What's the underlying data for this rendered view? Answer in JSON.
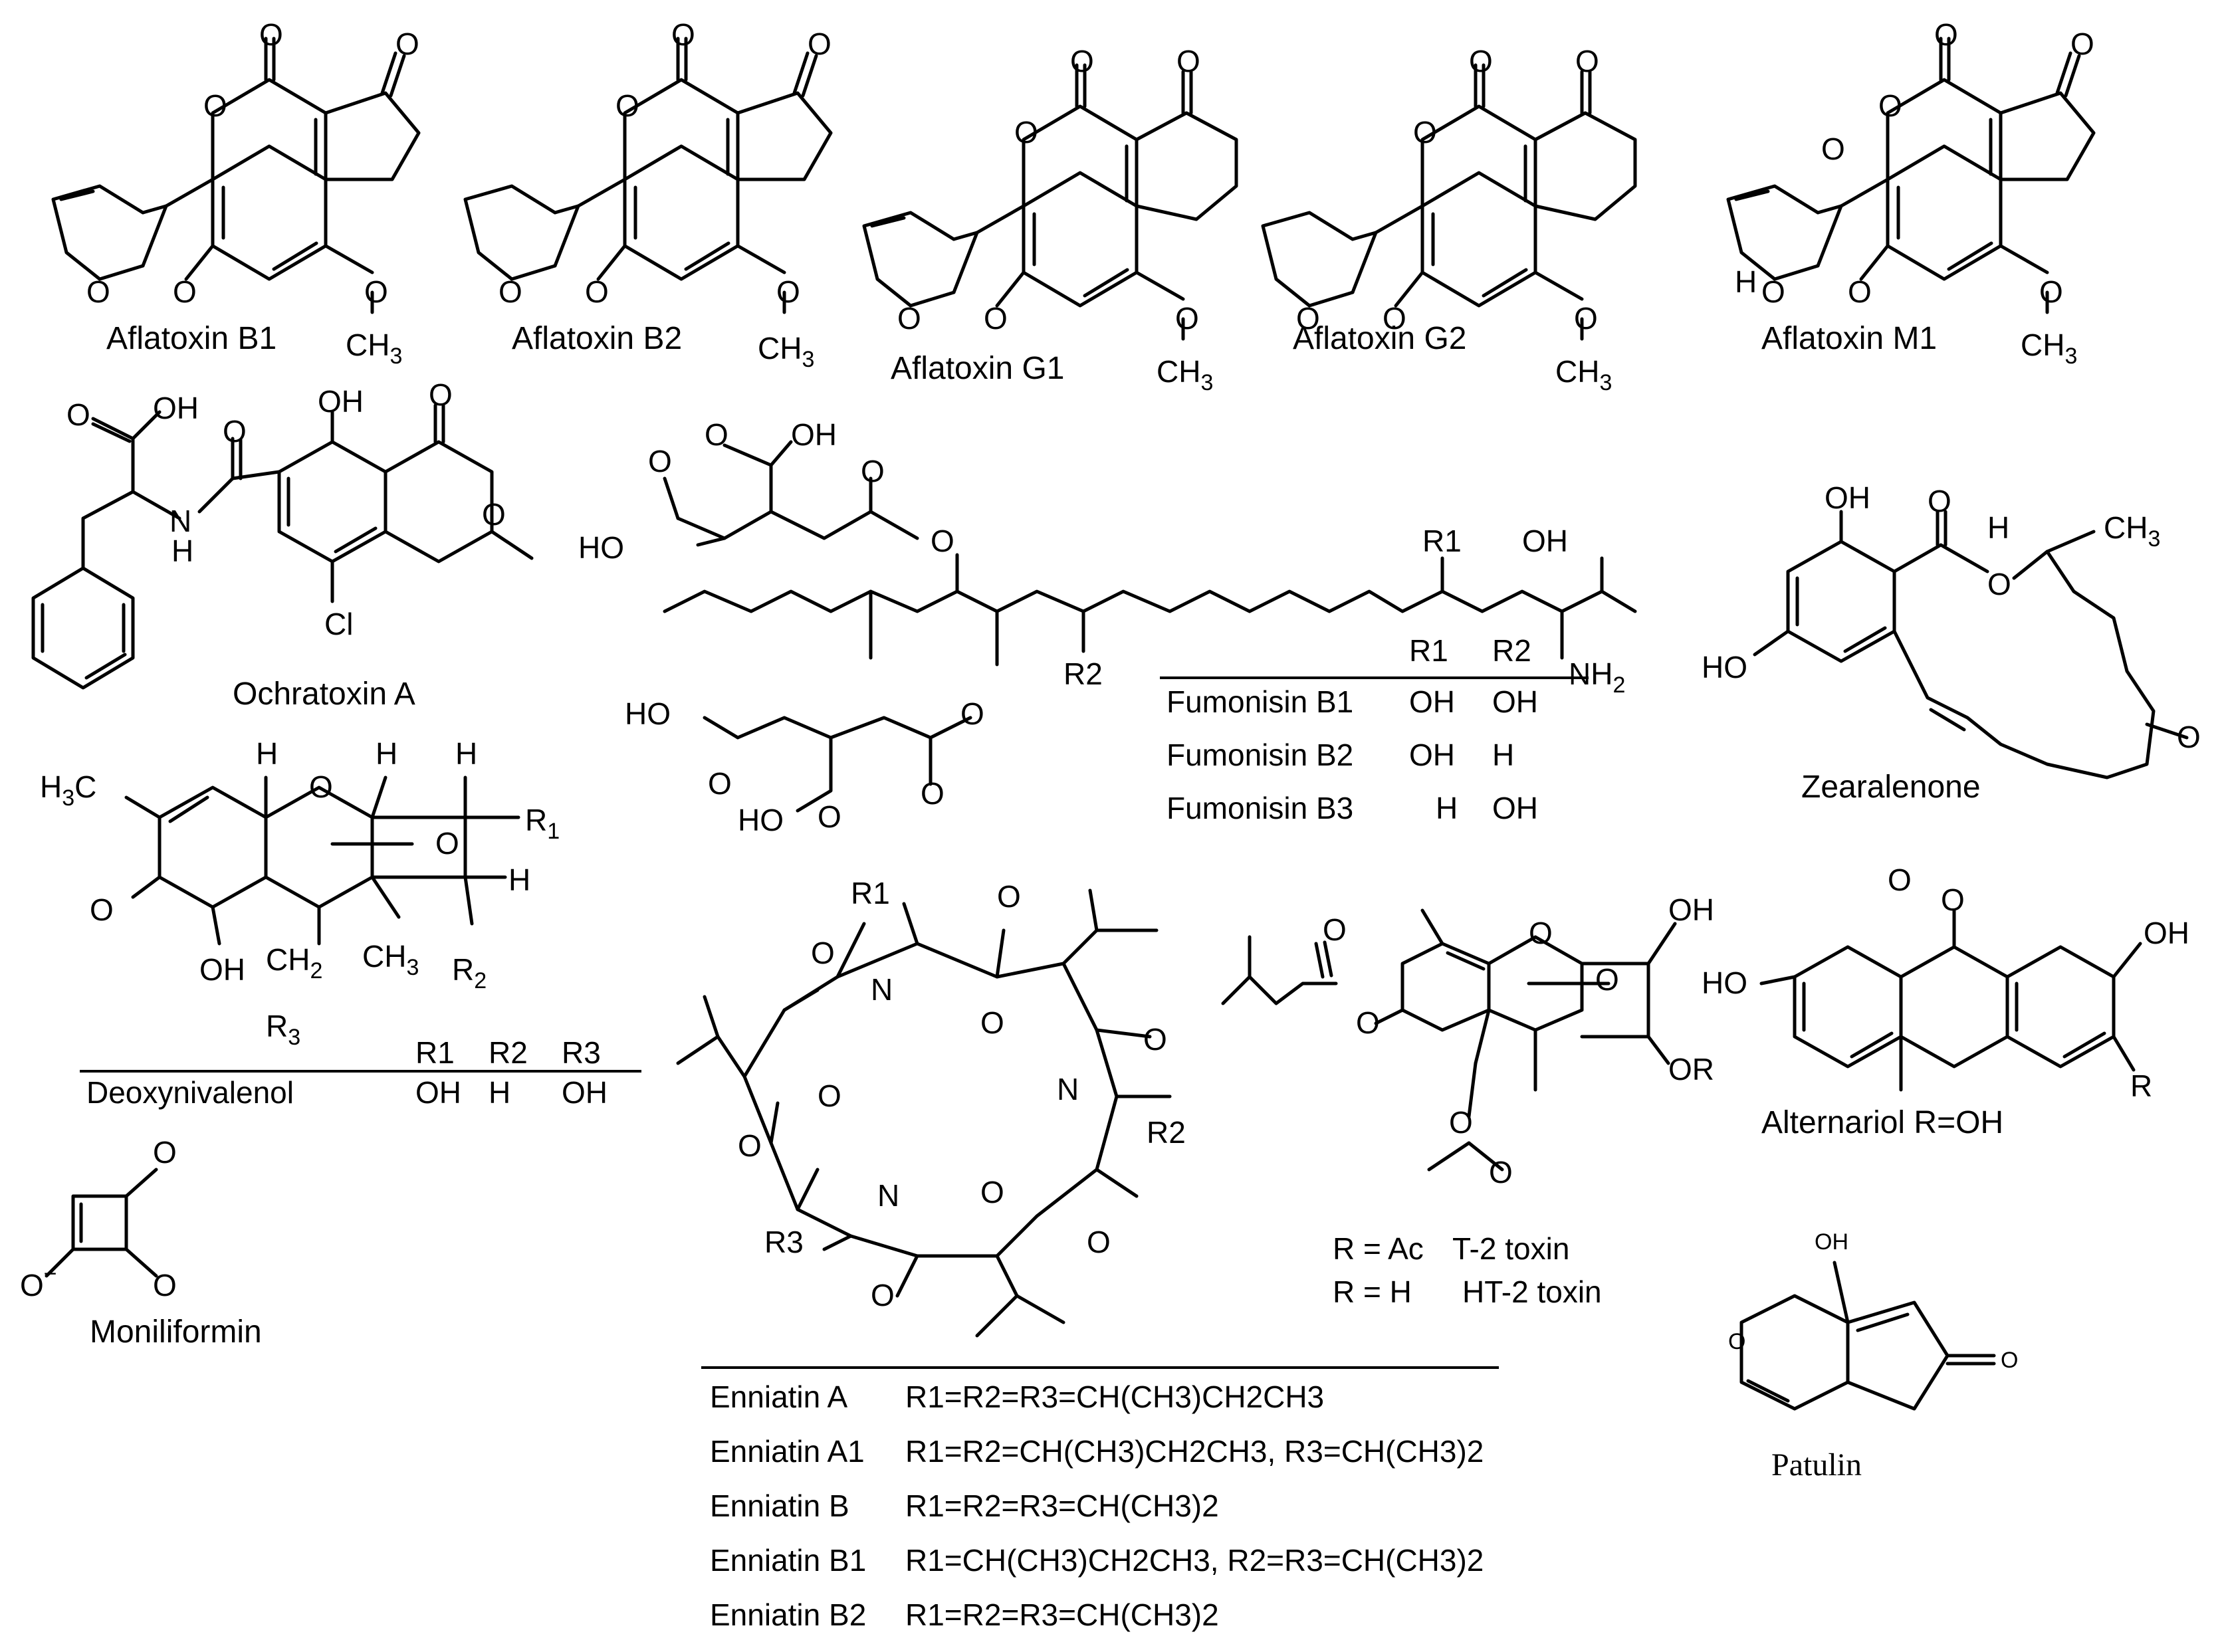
{
  "aflatoxins": {
    "b1": "Aflatoxin B1",
    "b2": "Aflatoxin B2",
    "g1": "Aflatoxin G1",
    "g2": "Aflatoxin G2",
    "m1": "Aflatoxin M1"
  },
  "ochratoxin": {
    "name": "Ochratoxin A"
  },
  "fumonisin": {
    "header_r1": "R1",
    "header_r2": "R2",
    "rows": [
      {
        "name": "Fumonisin B1",
        "r1": "OH",
        "r2": "OH"
      },
      {
        "name": "Fumonisin B2",
        "r1": "OH",
        "r2": "H"
      },
      {
        "name": "Fumonisin B3",
        "r1": "H",
        "r2": "OH"
      }
    ]
  },
  "zearalenone": {
    "name": "Zearalenone"
  },
  "deoxynivalenol": {
    "name": "Deoxynivalenol",
    "header_r1": "R1",
    "header_r2": "R2",
    "header_r3": "R3",
    "r1": "OH",
    "r2": "H",
    "r3": "OH"
  },
  "moniliformin": {
    "name": "Moniliformin"
  },
  "t2": {
    "line1_r": "R = Ac",
    "line1_name": "T-2 toxin",
    "line2_r": "R = H",
    "line2_name": "HT-2 toxin"
  },
  "alternariol": {
    "name": "Alternariol R=OH"
  },
  "patulin": {
    "name": "Patulin"
  },
  "enniatins": [
    {
      "name": "Enniatin A",
      "formula": "R1=R2=R3=CH(CH3)CH2CH3"
    },
    {
      "name": "Enniatin A1",
      "formula": "R1=R2=CH(CH3)CH2CH3, R3=CH(CH3)2"
    },
    {
      "name": "Enniatin B",
      "formula": "R1=R2=R3=CH(CH3)2"
    },
    {
      "name": "Enniatin B1",
      "formula": "R1=CH(CH3)CH2CH3, R2=R3=CH(CH3)2"
    },
    {
      "name": "Enniatin B2",
      "formula": "R1=R2=R3=CH(CH3)2"
    }
  ]
}
